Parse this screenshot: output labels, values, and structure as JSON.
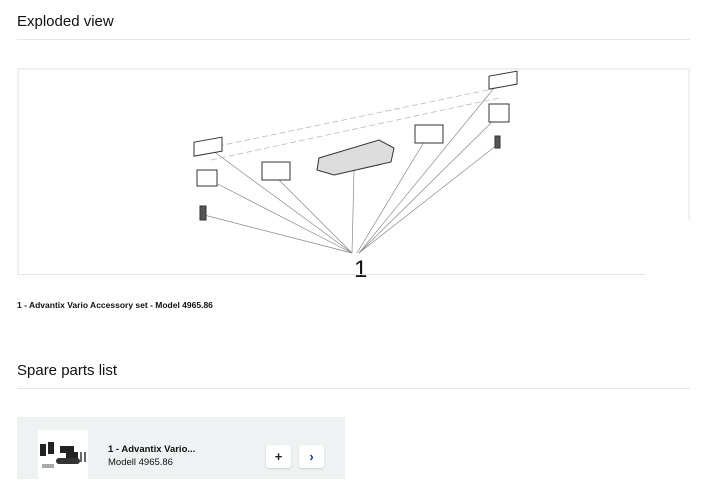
{
  "exploded": {
    "title": "Exploded view",
    "callout": "1",
    "caption": "1 - Advantix Vario Accessory set - Model 4965.86"
  },
  "spare": {
    "title": "Spare parts list",
    "items": [
      {
        "name": "1 - Advantix Vario...",
        "model": "Modell 4965.86",
        "add_icon": "+",
        "open_icon": "›"
      }
    ]
  }
}
